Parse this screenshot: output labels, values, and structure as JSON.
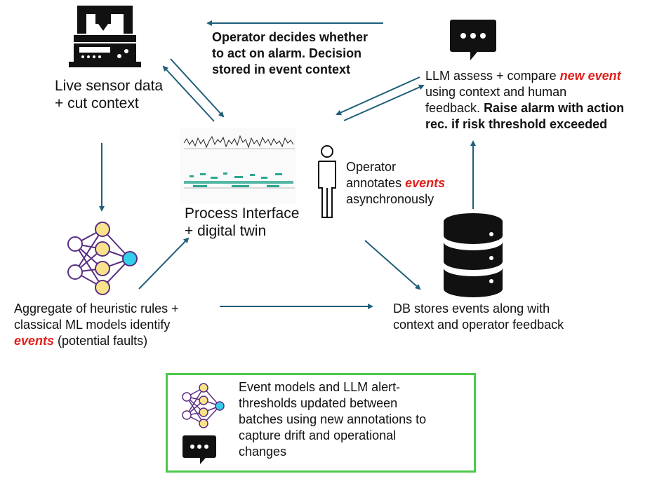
{
  "sensor": {
    "line1": "Live sensor data",
    "line2": "+ cut context"
  },
  "operator_decision": {
    "line1": "Operator decides whether",
    "line2": "to act on alarm. Decision",
    "line3": "stored in event context"
  },
  "llm": {
    "l1_pre": "LLM assess + compare ",
    "l1_em": "new event",
    "l2": "using context and human",
    "l3_pre": "feedback. ",
    "l3_bold": "Raise alarm with action",
    "l4_bold": "rec. if risk threshold exceeded"
  },
  "process": {
    "line1": "Process Interface",
    "line2": "+ digital twin"
  },
  "operator_annot": {
    "line1": "Operator",
    "l2_pre": "annotates ",
    "l2_em": "events",
    "line3": "asynchronously"
  },
  "ml": {
    "line1": "Aggregate of heuristic rules +",
    "line2": "classical ML models identify",
    "l3_em": "events",
    "l3_post": " (potential faults)"
  },
  "db": {
    "line1": "DB stores events along with",
    "line2": "context and operator feedback"
  },
  "note": {
    "line1": "Event models and LLM alert-",
    "line2": "thresholds updated between",
    "line3": "batches using new annotations to",
    "line4": "capture drift and operational",
    "line5": "changes"
  },
  "colors": {
    "arrow": "#1f5f7a",
    "accent_red": "#e0201b",
    "box_green": "#4cc94c",
    "node_yellow": "#f8e38a",
    "node_cyan": "#33d0ea",
    "edge_purple": "#5a2d82"
  }
}
